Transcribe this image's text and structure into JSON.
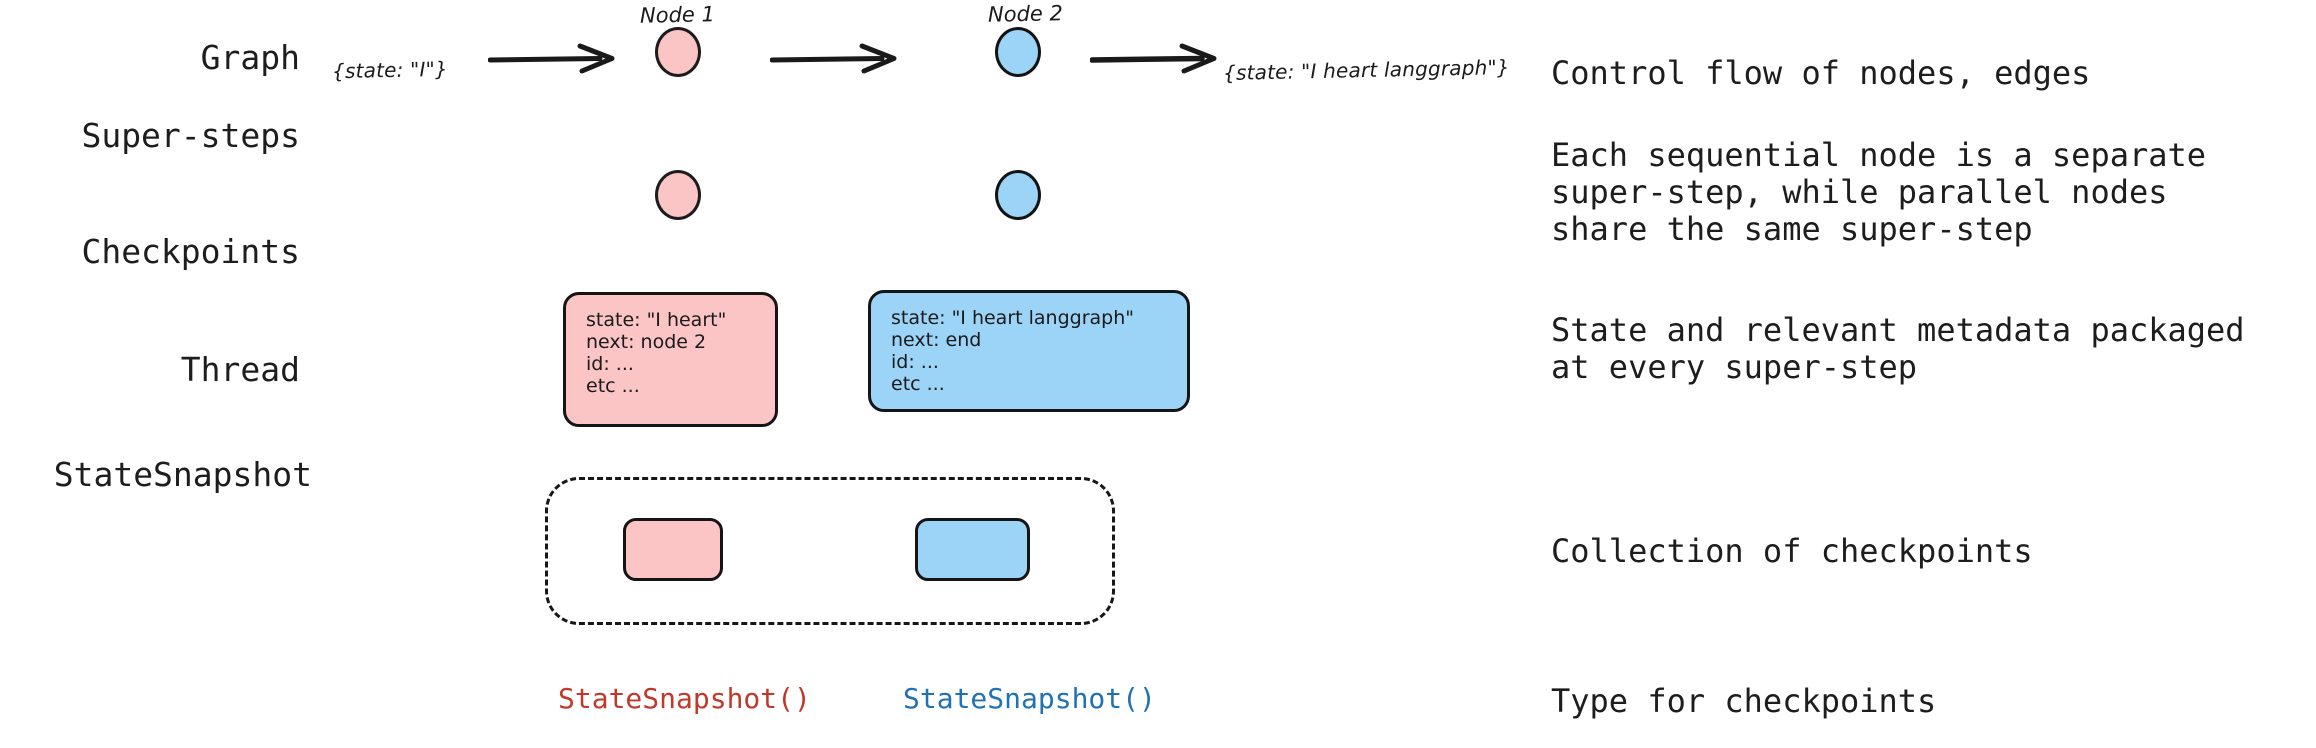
{
  "diagram": {
    "title_rows": [
      {
        "label": "Graph"
      },
      {
        "label": "Super-steps"
      },
      {
        "label": "Checkpoints"
      },
      {
        "label": "Thread"
      },
      {
        "label": "StateSnapshot"
      }
    ],
    "descriptions": [
      "Control flow of nodes, edges",
      "Each sequential node is a separate\nsuper-step, while parallel nodes\nshare the same super-step",
      "State and relevant metadata packaged\nat every super-step",
      "Collection of checkpoints",
      "Type for checkpoints"
    ],
    "graph_row": {
      "node_labels": [
        "Node 1",
        "Node 2"
      ],
      "input_state": "{state: \"I\"}",
      "output_state": "{state: \"I heart langgraph\"}"
    },
    "checkpoints": [
      {
        "color": "#fbc5c5",
        "lines": "state: \"I heart\"\nnext: node 2\nid: ...\netc ..."
      },
      {
        "color": "#9cd4f7",
        "lines": "state: \"I heart langgraph\"\nnext: end\nid: ...\netc ..."
      }
    ],
    "snapshots": [
      {
        "text": "StateSnapshot()",
        "color": "#c0392b"
      },
      {
        "text": "StateSnapshot()",
        "color": "#2171b5"
      }
    ],
    "colors": {
      "pink": "#fbc5c5",
      "blue": "#9cd4f7",
      "stroke": "#151515",
      "red_text": "#c0392b",
      "blue_text": "#2171b5",
      "background": "#ffffff"
    }
  }
}
